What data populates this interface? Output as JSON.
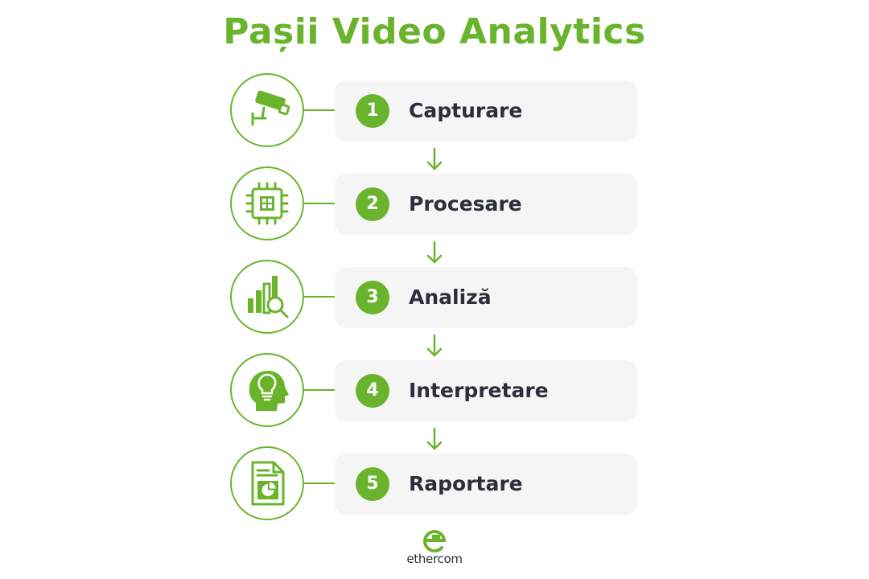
{
  "title": "Pașii Video Analytics",
  "colors": {
    "accent": "#6ab42d",
    "card_bg": "#f5f5f5",
    "text": "#2a2f3a"
  },
  "steps": [
    {
      "number": "1",
      "label": "Capturare",
      "icon": "security-camera-icon"
    },
    {
      "number": "2",
      "label": "Procesare",
      "icon": "processor-chip-icon"
    },
    {
      "number": "3",
      "label": "Analiză",
      "icon": "chart-magnifier-icon"
    },
    {
      "number": "4",
      "label": "Interpretare",
      "icon": "head-lightbulb-icon"
    },
    {
      "number": "5",
      "label": "Raportare",
      "icon": "report-document-icon"
    }
  ],
  "logo": {
    "text": "ethercom",
    "icon": "ethercom-logo-icon"
  }
}
